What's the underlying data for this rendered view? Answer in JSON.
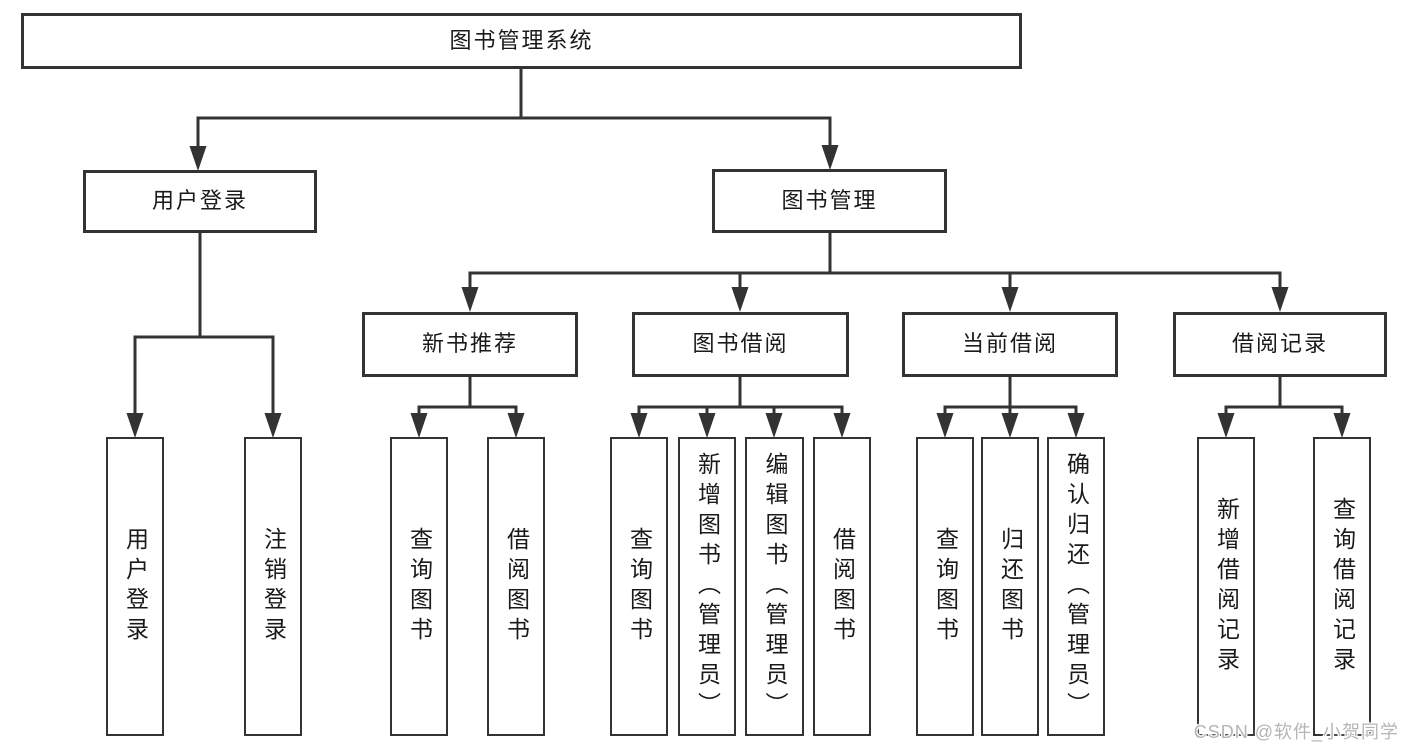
{
  "nodes": {
    "root": "图书管理系统",
    "user_login": "用户登录",
    "leaf_user_login": "用户登录",
    "leaf_logout": "注销登录",
    "book_mgmt": "图书管理",
    "new_book": "新书推荐",
    "nb_query": "查询图书",
    "nb_borrow": "借阅图书",
    "book_borrow": "图书借阅",
    "bb_query": "查询图书",
    "bb_add": "新增图书（管理员）",
    "bb_edit": "编辑图书（管理员）",
    "bb_borrow": "借阅图书",
    "current_borrow": "当前借阅",
    "cb_query": "查询图书",
    "cb_return": "归还图书",
    "cb_confirm": "确认归还（管理员）",
    "borrow_record": "借阅记录",
    "br_add": "新增借阅记录",
    "br_query": "查询借阅记录"
  },
  "structure": {
    "图书管理系统": {
      "用户登录": [
        "用户登录",
        "注销登录"
      ],
      "图书管理": {
        "新书推荐": [
          "查询图书",
          "借阅图书"
        ],
        "图书借阅": [
          "查询图书",
          "新增图书（管理员）",
          "编辑图书（管理员）",
          "借阅图书"
        ],
        "当前借阅": [
          "查询图书",
          "归还图书",
          "确认归还（管理员）"
        ],
        "借阅记录": [
          "新增借阅记录",
          "查询借阅记录"
        ]
      }
    }
  },
  "watermark": "CSDN @软件_小贺同学",
  "colors": {
    "line": "#333333",
    "text": "#1a1a1a",
    "watermark": "#b5b5b5",
    "background": "#ffffff"
  }
}
